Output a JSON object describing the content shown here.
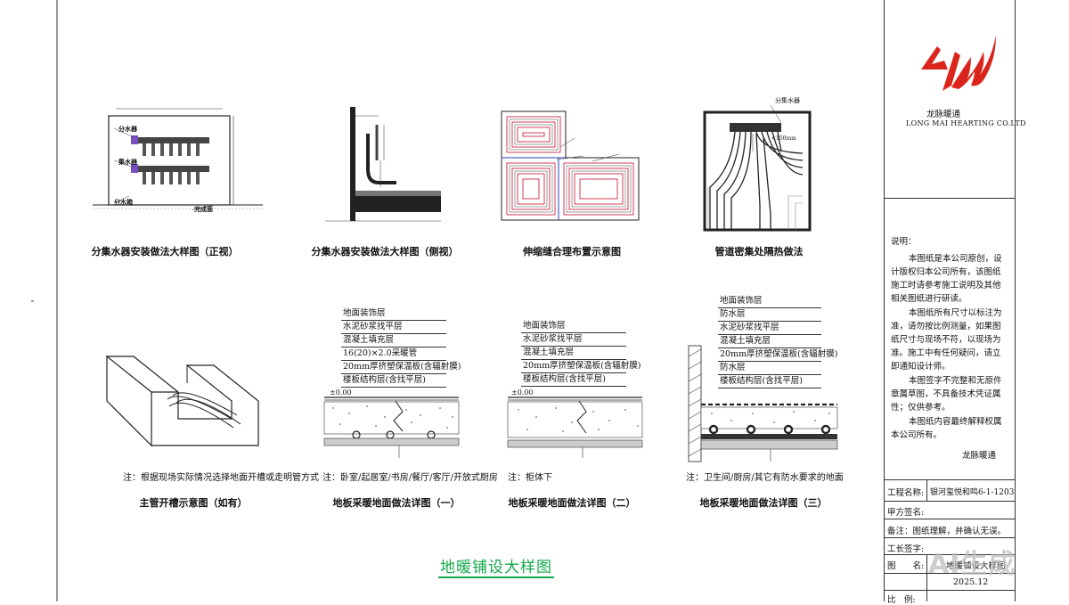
{
  "colors": {
    "accent_green": "#12a84a",
    "logo_red": "#d9251c",
    "pipe_red": "#c8102e",
    "pipe_blue": "#2b3fb0",
    "watermark_gray": "#bebebe"
  },
  "details": {
    "manifold_front": {
      "caption": "分集水器安装做法大样图（正视）",
      "label_supply": "分水器",
      "label_return": "集水器",
      "label_box": "分水箱",
      "label_floor": "完成面"
    },
    "manifold_side": {
      "caption": "分集水器安装做法大样图（侧视）"
    },
    "expansion_joint": {
      "caption": "伸缩缝合理布置示意图"
    },
    "dense_pipe": {
      "caption": "管道密集处隔热做法",
      "label_manifold": "分集水器",
      "label_spacing": "<150mm"
    },
    "trench": {
      "caption": "主管开槽示意图（如有）",
      "note": "注：根据现场实际情况选择地面开槽或走明管方式"
    },
    "floor_1": {
      "caption": "地板采暖地面做法详图（一）",
      "layers": [
        "地面装饰层",
        "水泥砂浆找平层",
        "混凝土填充层",
        "16(20)×2.0采暖管",
        "20mm厚挤塑保温板(含辐射膜)",
        "楼板结构层(含找平层)"
      ],
      "zero": "±0.00",
      "note": "注：卧室/起居室/书房/餐厅/客厅/开放式厨房"
    },
    "floor_2": {
      "caption": "地板采暖地面做法详图（二）",
      "layers": [
        "地面装饰层",
        "水泥砂浆找平层",
        "混凝土填充层",
        "20mm厚挤塑保温板(含辐射膜)",
        "楼板结构层(含找平层)"
      ],
      "zero": "±0.00",
      "note": "注：柜体下"
    },
    "floor_3": {
      "caption": "地板采暖地面做法详图（三）",
      "layers": [
        "地面装饰层",
        "防水层",
        "水泥砂浆找平层",
        "混凝土填充层",
        "20mm厚挤塑保温板(含辐射膜)",
        "防水层",
        "楼板结构层(含找平层)"
      ],
      "note": "注：卫生间/厨房/其它有防水要求的地面"
    }
  },
  "sheet_title": "地暖铺设大样图",
  "title_block": {
    "company_cn": "龙脉暖通",
    "company_en": "LONG MAI HEARTING CO.LTD",
    "explain_heading": "说明：",
    "explain": [
      "本图纸是本公司原创，设计版权归本公司所有，该图纸施工时请参考施工说明及其他相关图纸进行研读。",
      "本图纸所有尺寸以标注为准，请勿按比例测量，如果图纸尺寸与现场不符，以现场为准。施工中有任何疑问，请立即通知设计师。",
      "本图签字不完整和无原件章属草图，不具备技术凭证属性；仅供参考。",
      "本图纸内容最终解释权属本公司所有。"
    ],
    "explain_sign": "龙脉暖通",
    "project_label": "工程名称:",
    "project_value": "银河玺悦和鸣6-1-1203",
    "partyA_label": "甲方签名:",
    "remark": "备注：图纸理解，并确认无误。",
    "foreman_label": "工长签字:",
    "drawing_label": "图　　名:",
    "drawing_value": "地暖铺设大样图",
    "date_value": "2025.12",
    "scale_label": "比　例:"
  },
  "watermark": "AI生成"
}
